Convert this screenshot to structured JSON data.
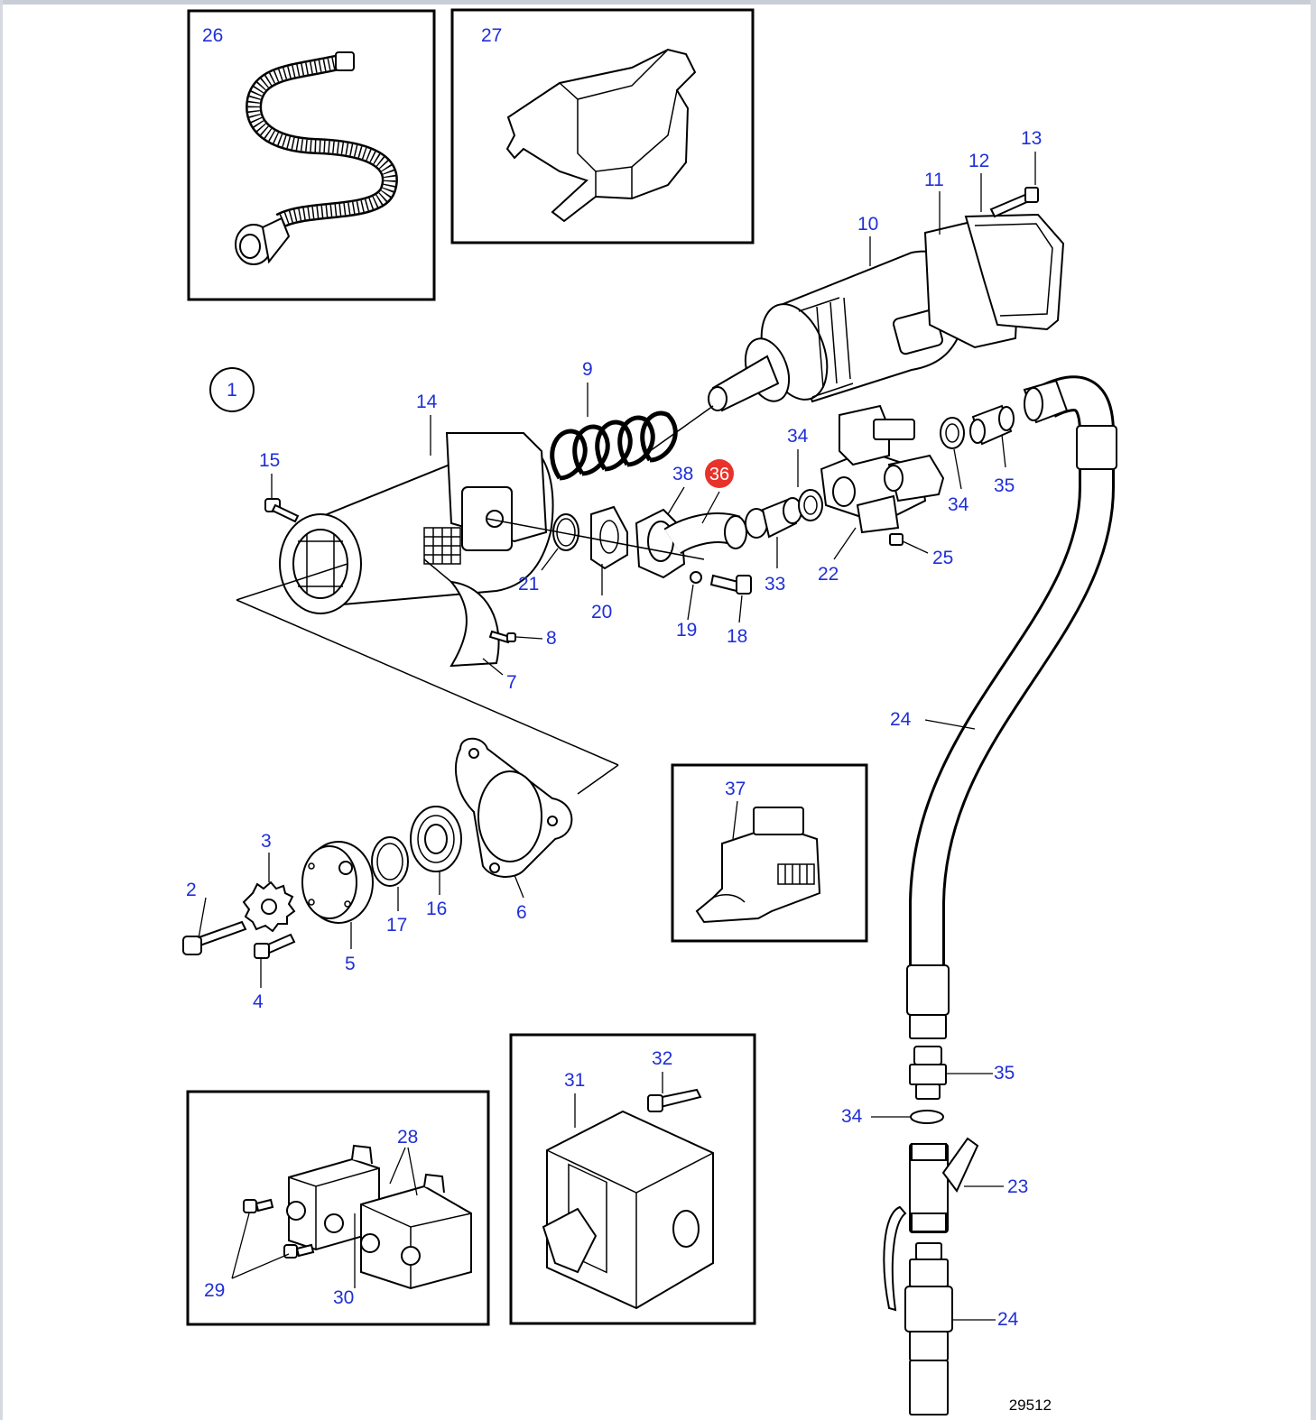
{
  "diagram_number": "29512",
  "group_label": "1",
  "highlighted_part": "36",
  "colors": {
    "label": "#1f2fd8",
    "highlight": "#e8332a",
    "line": "#000000"
  },
  "labels": {
    "p2": "2",
    "p3": "3",
    "p4": "4",
    "p5": "5",
    "p6": "6",
    "p7": "7",
    "p8": "8",
    "p9": "9",
    "p10": "10",
    "p11": "11",
    "p12": "12",
    "p13": "13",
    "p14": "14",
    "p15": "15",
    "p16": "16",
    "p17": "17",
    "p18": "18",
    "p19": "19",
    "p20": "20",
    "p21": "21",
    "p22": "22",
    "p23": "23",
    "p24a": "24",
    "p24b": "24",
    "p25": "25",
    "p26": "26",
    "p27": "27",
    "p28": "28",
    "p29": "29",
    "p30": "30",
    "p31": "31",
    "p32": "32",
    "p33": "33",
    "p34a": "34",
    "p34b": "34",
    "p34c": "34",
    "p35a": "35",
    "p35b": "35",
    "p36": "36",
    "p37": "37",
    "p38": "38"
  }
}
